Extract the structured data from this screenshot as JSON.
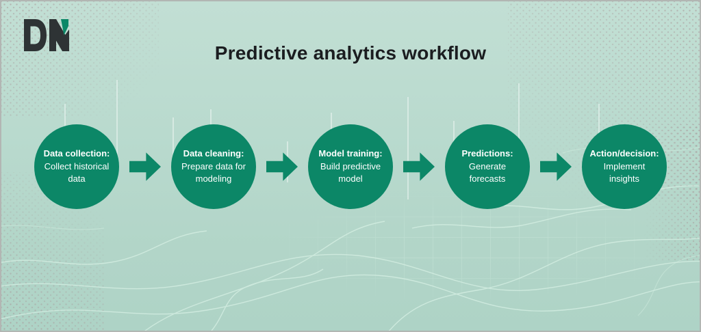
{
  "brand": {
    "logo_text": "DN",
    "logo_dark_color": "#2e3335",
    "logo_accent_color": "#0c8767"
  },
  "header": {
    "title": "Predictive analytics workflow"
  },
  "workflow": {
    "steps": [
      {
        "title": "Data collection:",
        "description": "Collect historical data"
      },
      {
        "title": "Data cleaning:",
        "description": "Prepare data for modeling"
      },
      {
        "title": "Model training:",
        "description": "Build predictive model"
      },
      {
        "title": "Predictions:",
        "description": "Generate forecasts"
      },
      {
        "title": "Action/decision:",
        "description": "Implement insights"
      }
    ]
  },
  "colors": {
    "node_fill": "#0c8767",
    "arrow_fill": "#0c8767",
    "node_text": "#ffffff",
    "title_text": "#1b1d20",
    "background_top": "#c2dfd4",
    "background_bottom": "#aed3c6",
    "contour_line": "#d5efe3"
  }
}
